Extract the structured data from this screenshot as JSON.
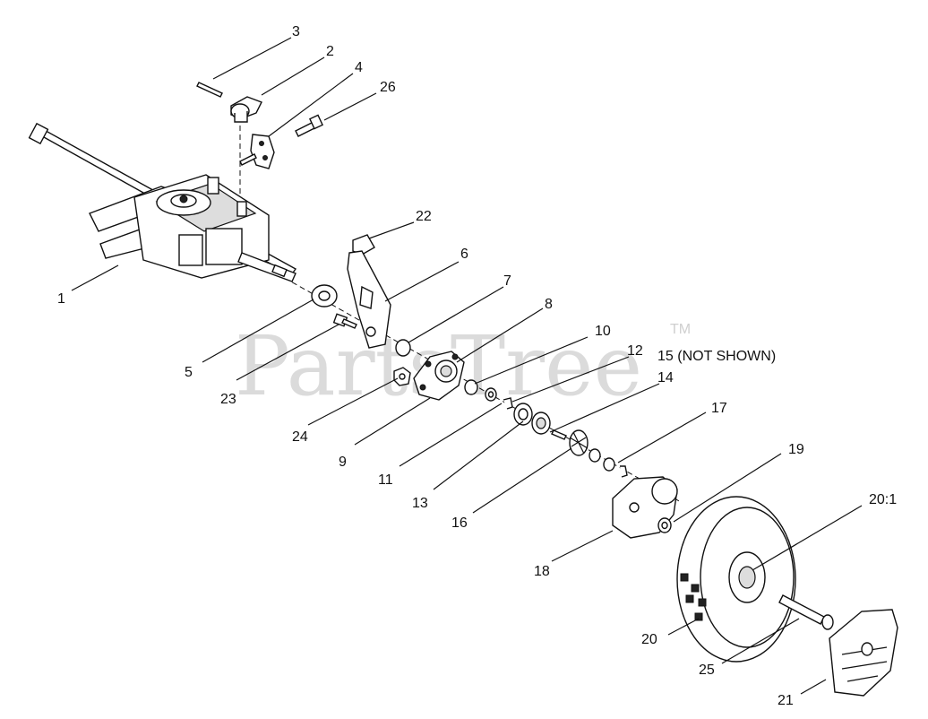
{
  "watermark": {
    "text": "PartsTree",
    "tm": "TM"
  },
  "callouts": [
    {
      "id": "c1",
      "text": "1"
    },
    {
      "id": "c2",
      "text": "2"
    },
    {
      "id": "c3",
      "text": "3"
    },
    {
      "id": "c4",
      "text": "4"
    },
    {
      "id": "c5",
      "text": "5"
    },
    {
      "id": "c6",
      "text": "6"
    },
    {
      "id": "c7",
      "text": "7"
    },
    {
      "id": "c8",
      "text": "8"
    },
    {
      "id": "c9",
      "text": "9"
    },
    {
      "id": "c10",
      "text": "10"
    },
    {
      "id": "c11",
      "text": "11"
    },
    {
      "id": "c12",
      "text": "12"
    },
    {
      "id": "c13",
      "text": "13"
    },
    {
      "id": "c14",
      "text": "14"
    },
    {
      "id": "c15",
      "text": "15 (NOT SHOWN)"
    },
    {
      "id": "c16",
      "text": "16"
    },
    {
      "id": "c17",
      "text": "17"
    },
    {
      "id": "c18",
      "text": "18"
    },
    {
      "id": "c19",
      "text": "19"
    },
    {
      "id": "c20",
      "text": "20"
    },
    {
      "id": "c20_1",
      "text": "20:1"
    },
    {
      "id": "c21",
      "text": "21"
    },
    {
      "id": "c22",
      "text": "22"
    },
    {
      "id": "c23",
      "text": "23"
    },
    {
      "id": "c24",
      "text": "24"
    },
    {
      "id": "c25",
      "text": "25"
    },
    {
      "id": "c26",
      "text": "26"
    }
  ]
}
